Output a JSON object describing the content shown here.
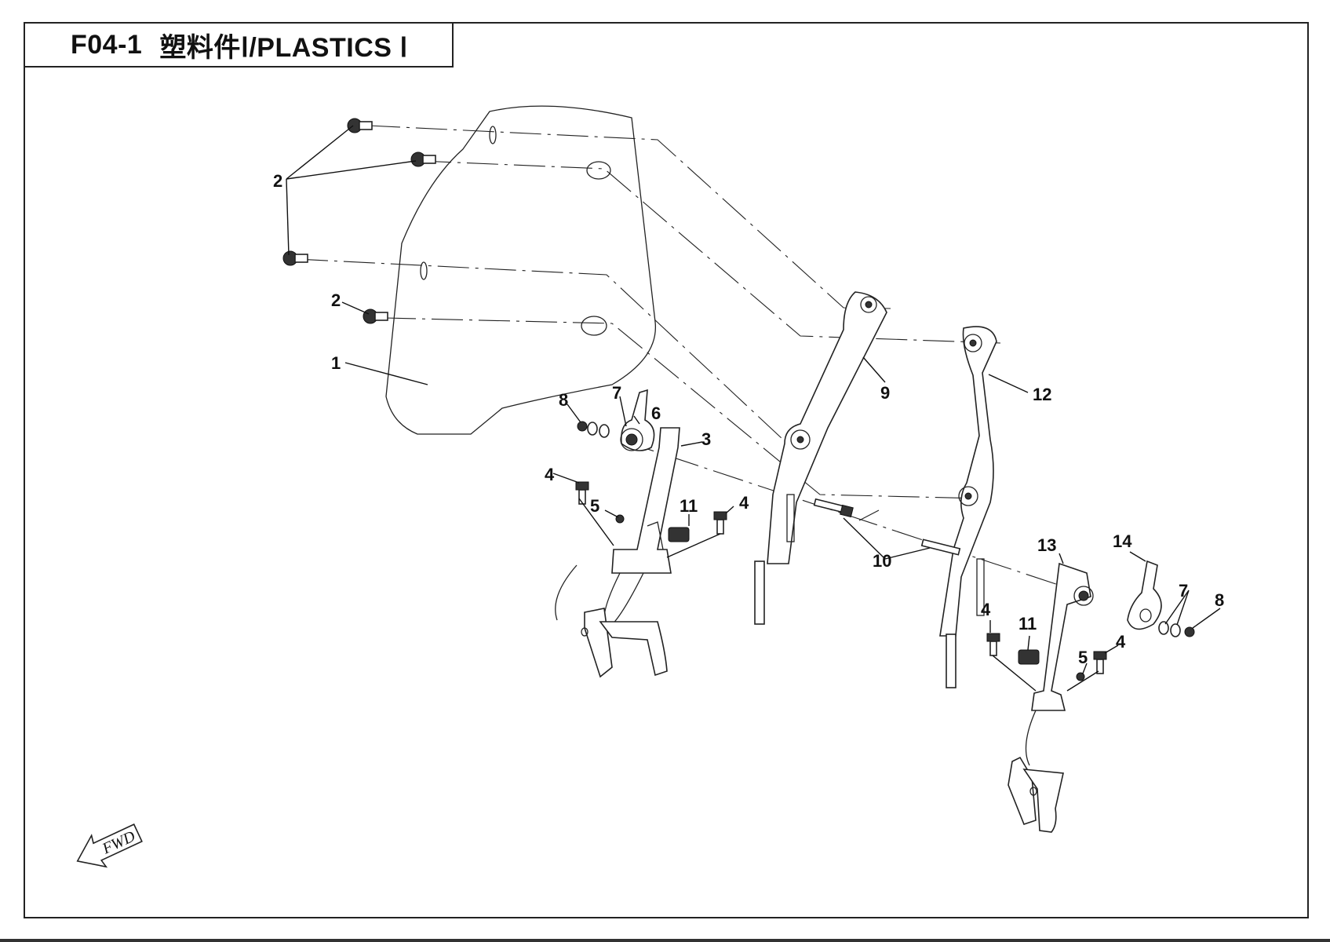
{
  "title": {
    "code": "F04-1",
    "text": "塑料件Ⅰ/PLASTICS Ⅰ"
  },
  "callouts": {
    "c1": "1",
    "c2a": "2",
    "c2b": "2",
    "c3": "3",
    "c4a": "4",
    "c4b": "4",
    "c4c": "4",
    "c4d": "4",
    "c5a": "5",
    "c5b": "5",
    "c6": "6",
    "c7a": "7",
    "c7b": "7",
    "c8a": "8",
    "c8b": "8",
    "c9": "9",
    "c10": "10",
    "c11a": "11",
    "c11b": "11",
    "c12": "12",
    "c13": "13",
    "c14": "14"
  },
  "fwd_label": "FWD"
}
